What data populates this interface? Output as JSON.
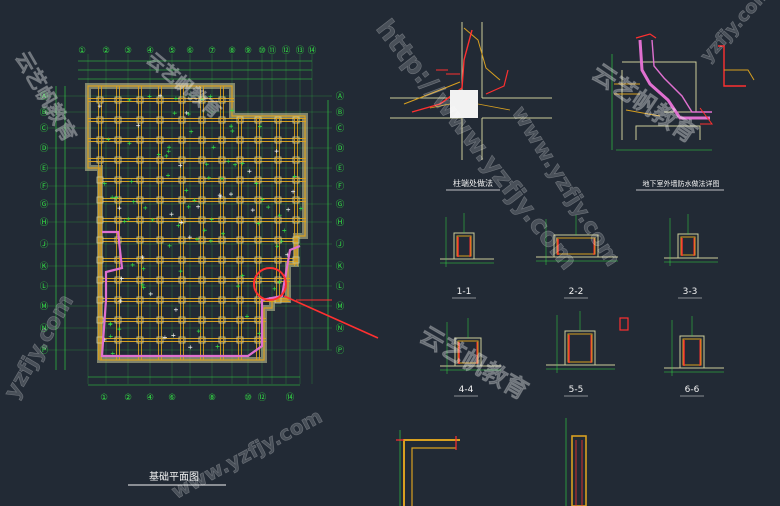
{
  "drawing": {
    "plan_title": "基础平面图",
    "details": [
      {
        "id": "d-col",
        "title": "柱端处做法"
      },
      {
        "id": "d-wall",
        "title": "地下室外墙防水做法详图"
      }
    ],
    "sections": [
      "1-1",
      "2-2",
      "3-3",
      "4-4",
      "5-5",
      "6-6"
    ],
    "axis_top": [
      "①",
      "②",
      "③",
      "④",
      "⑤",
      "⑥",
      "⑦",
      "⑧",
      "⑨",
      "⑩",
      "⑪",
      "⑫",
      "⑬",
      "⑭"
    ],
    "axis_bottom": [
      "①",
      "②",
      "④",
      "⑥",
      "⑧",
      "⑩",
      "⑫",
      "⑭"
    ],
    "axis_side": [
      "Ⓐ",
      "Ⓑ",
      "Ⓒ",
      "Ⓓ",
      "Ⓔ",
      "Ⓕ",
      "Ⓖ",
      "Ⓗ",
      "Ⓙ",
      "Ⓚ",
      "Ⓛ",
      "Ⓜ",
      "Ⓝ",
      "Ⓟ"
    ]
  },
  "watermarks": [
    {
      "text": "http://www.yzfjy.com"
    },
    {
      "text": "云艺帆教育"
    },
    {
      "text": "云艺帆教育"
    },
    {
      "text": "www.yzfjy.com"
    },
    {
      "text": "yzfjy.com"
    },
    {
      "text": "云艺帆教育"
    },
    {
      "text": "yzfjy.com"
    },
    {
      "text": "云艺帆教育"
    },
    {
      "text": "www.yzfjy.com"
    }
  ],
  "colors": {
    "background": "#222a35",
    "axis": "#33dd44",
    "beam": "#d8a020",
    "wall": "#cccc99",
    "highlight": "#e070d0",
    "red": "#ff3030",
    "white": "#f2f2f2",
    "cyan": "#40e0e0"
  }
}
